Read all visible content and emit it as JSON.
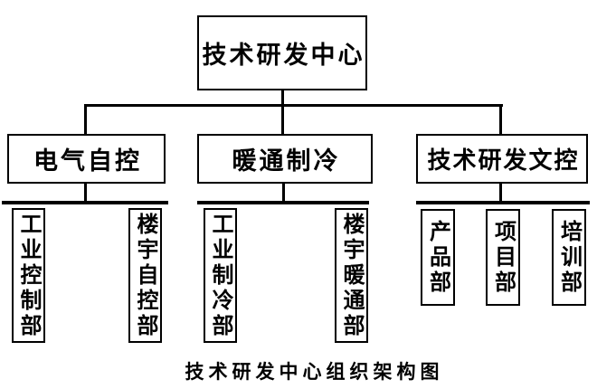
{
  "root": {
    "label": "技术研发中心"
  },
  "level2": [
    {
      "label": "电气自控"
    },
    {
      "label": "暖通制冷"
    },
    {
      "label": "技术研发文控"
    }
  ],
  "departments": {
    "electrical": [
      "工业控制部",
      "楼宇自控部"
    ],
    "hvac": [
      "工业制冷部",
      "楼宇暖通部"
    ],
    "doc_control": [
      "产品部",
      "项目部",
      "培训部"
    ]
  },
  "caption": "技术研发中心组织架构图",
  "colors": {
    "line": "#000000",
    "background": "#ffffff",
    "text": "#000000"
  }
}
